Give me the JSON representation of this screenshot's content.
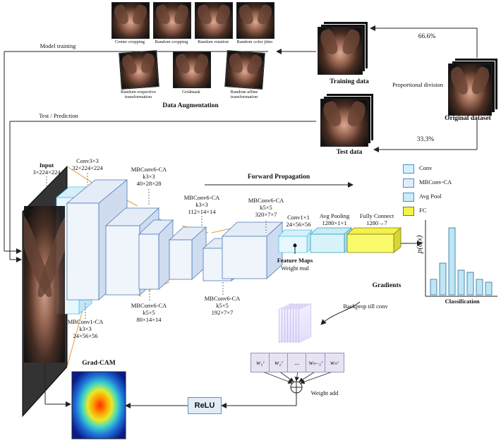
{
  "augmentation": {
    "title": "Data Augmentation",
    "row1": [
      "Center cropping",
      "Random cropping",
      "Random rotation",
      "Random color jitter"
    ],
    "row2": [
      "Random erspective transformation",
      "Gridmask",
      "Random affine transformation"
    ]
  },
  "datasets": {
    "training": "Training data",
    "test": "Test data",
    "original": "Original dataset",
    "split_label": "Proportional division",
    "train_pct": "66.6%",
    "test_pct": "33.3%"
  },
  "flows": {
    "model_training": "Model training",
    "test_prediction": "Test / Prediction",
    "forward": "Forward Propagation",
    "backprop": "Backprop till conv",
    "gradients": "Gradients",
    "weight_mul": "Weight mul",
    "weight_add": "Weight add"
  },
  "network": {
    "input": {
      "name": "Input",
      "dims": "3×224×224"
    },
    "conv": {
      "name": "Conv3×3",
      "dims": "32×224×224"
    },
    "mb1": {
      "name": "MBConv1-CA",
      "k": "k3×3",
      "dims": "24×56×56"
    },
    "mb6a": {
      "name": "MBConv6-CA",
      "k": "k3×3",
      "dims": "40×28×28"
    },
    "mb6b": {
      "name": "MBConv6-CA",
      "k": "k5×5",
      "dims": "80×14×14"
    },
    "mb6c": {
      "name": "MBConv6-CA",
      "k": "k3×3",
      "dims": "112×14×14"
    },
    "mb6d": {
      "name": "MBConv6-CA",
      "k": "k5×5",
      "dims": "192×7×7"
    },
    "mb6e": {
      "name": "MBConv6-CA",
      "k": "k5×5",
      "dims": "320×7×7"
    },
    "conv1": {
      "name": "Conv1×1",
      "dims": "24×56×56"
    },
    "pool": {
      "name": "Avg Pooling",
      "dims": "1280×1×1"
    },
    "fc": {
      "name": "Fully Connect",
      "dims": "1280→7"
    },
    "feature_maps": "Feature Maps"
  },
  "legend": [
    "Conv",
    "MBConv-CA",
    "Avg Pool",
    "FC"
  ],
  "legend_colors": [
    "#d6f0fb",
    "#e4ecf8",
    "#c9ecf5",
    "#f4f24a"
  ],
  "classification": {
    "title": "Classification",
    "ylabel": "p(c|x)",
    "bars": [
      0.22,
      0.45,
      0.95,
      0.35,
      0.32,
      0.22,
      0.18
    ]
  },
  "weights": [
    "w₁ᶜ",
    "w₂ᶜ",
    "...",
    "wₙ₋₁ᶜ",
    "wₙᶜ"
  ],
  "gradcam": {
    "title": "Grad-CAM"
  },
  "relu": "ReLU"
}
